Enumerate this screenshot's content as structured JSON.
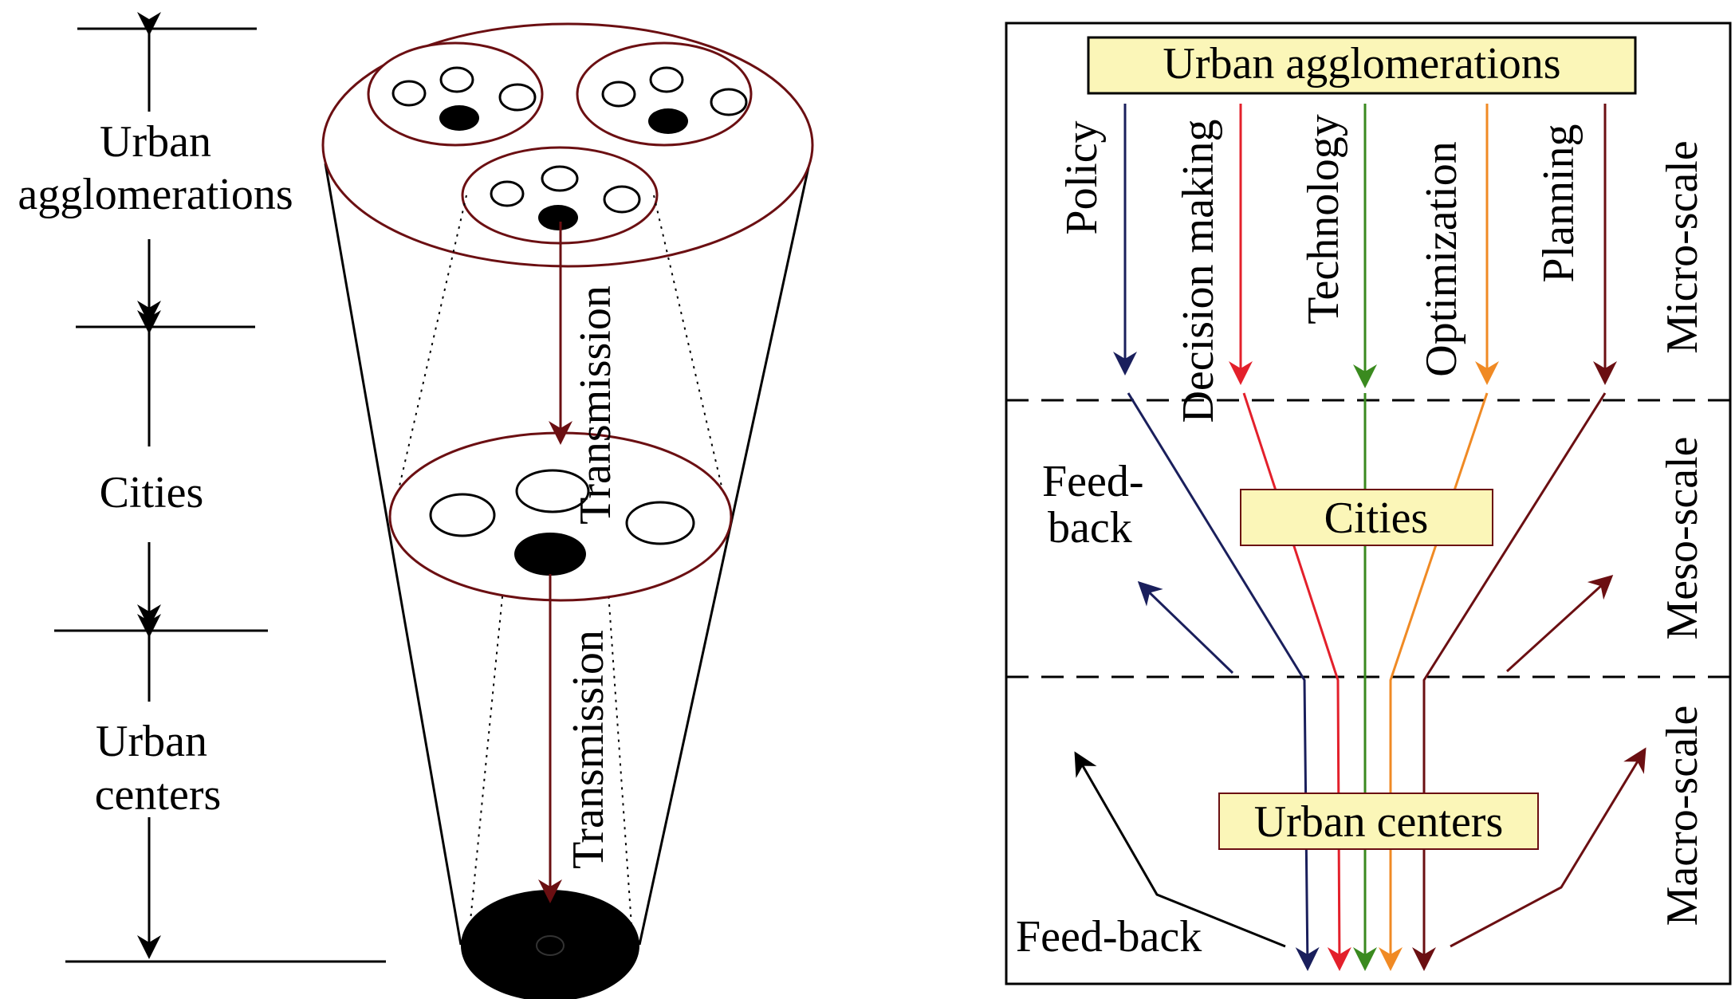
{
  "left": {
    "scale_labels": {
      "urban_line1": "Urban",
      "urban_line2": "agglomerations",
      "cities": "Cities",
      "centers_line1": "Urban",
      "centers_line2": "centers"
    },
    "transmission_upper": "Transmission",
    "transmission_lower": "Transmission"
  },
  "right": {
    "top_box": "Urban agglomerations",
    "middle_box": "Cities",
    "bottom_box": "Urban centers",
    "flows": [
      "Policy",
      "Decision making",
      "Technology",
      "Optimization",
      "Planning"
    ],
    "scales": [
      "Micro-scale",
      "Meso-scale",
      "Macro-scale"
    ],
    "feedback_meso_line1": "Feed-",
    "feedback_meso_line2": "back",
    "feedback_macro": "Feed-back"
  },
  "colors": {
    "dark_red": "#6b0f12",
    "navy": "#1a1f5c",
    "red": "#e3202b",
    "green": "#3a8a1f",
    "orange": "#f08a24",
    "box_fill": "#fbf6b8"
  }
}
